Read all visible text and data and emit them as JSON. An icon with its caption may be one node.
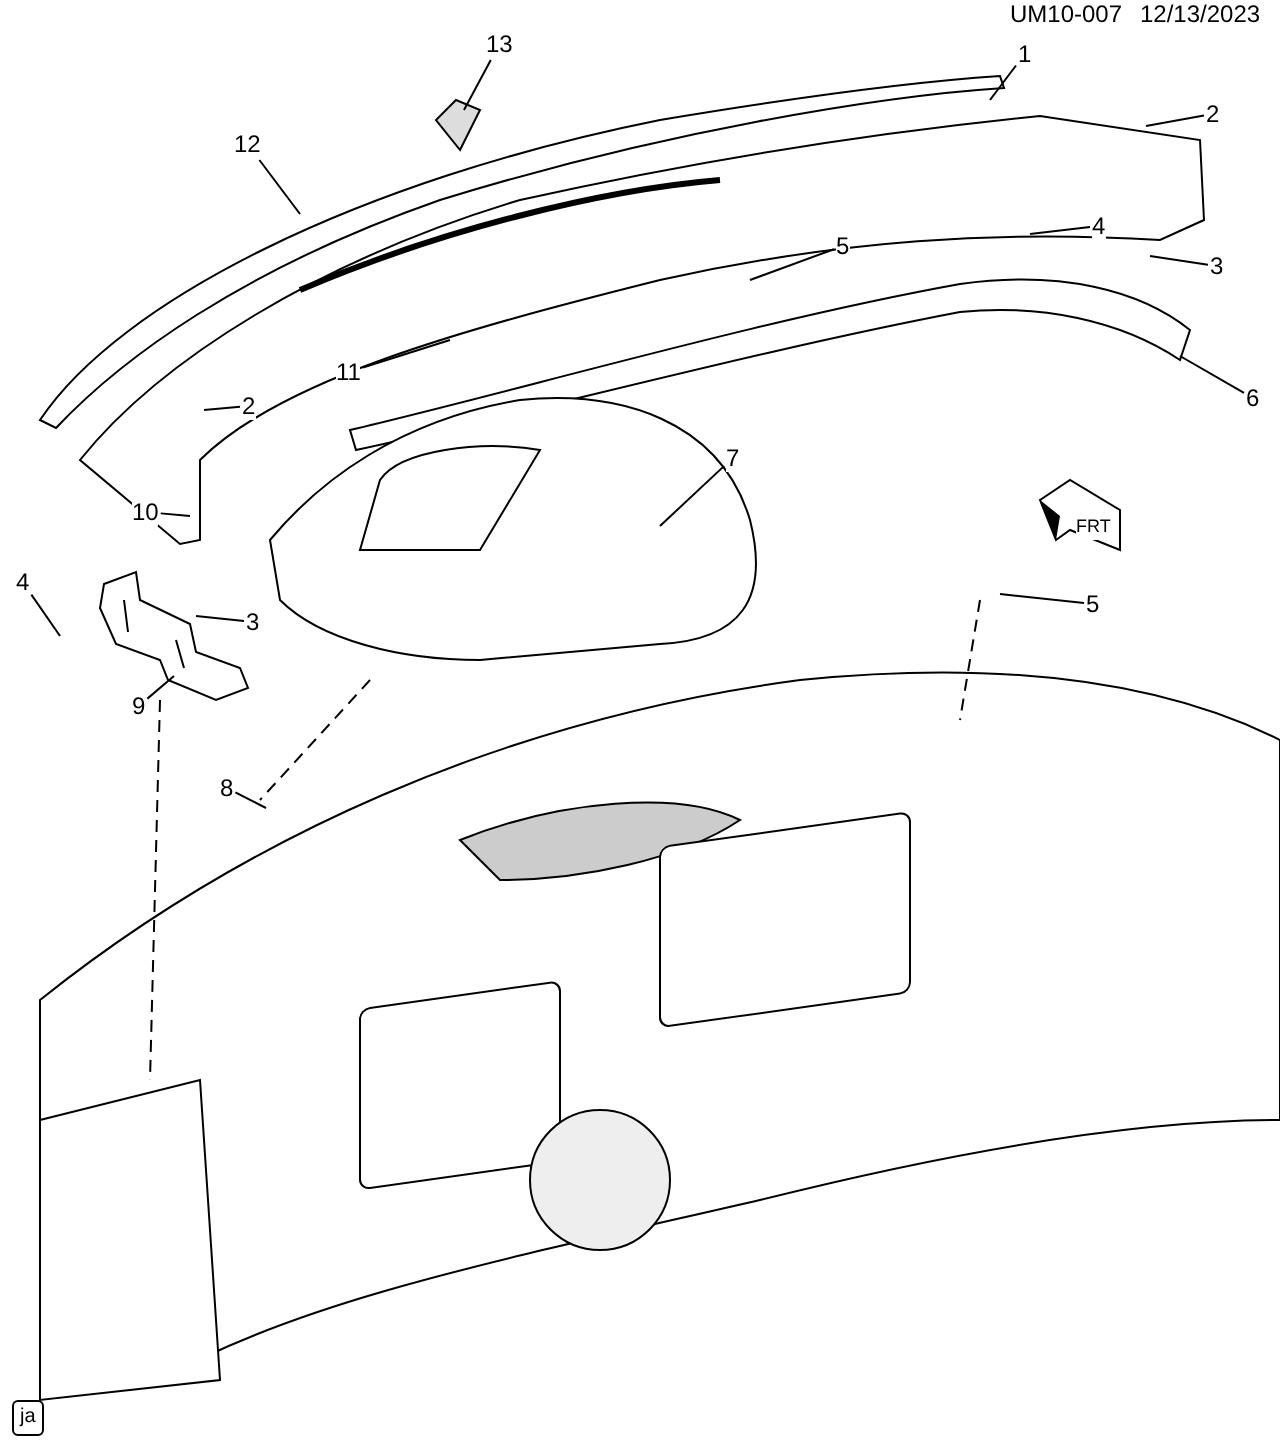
{
  "diagram": {
    "nodes": [
      {
        "text": [
          "13"
        ]
      },
      {
        "text": [
          "1"
        ]
      },
      {
        "text": [
          "2"
        ]
      },
      {
        "text": [
          "12"
        ]
      },
      {
        "text": [
          "4"
        ]
      },
      {
        "text": [
          "5"
        ]
      },
      {
        "text": [
          "3"
        ]
      },
      {
        "text": [
          "11"
        ]
      },
      {
        "text": [
          "6"
        ]
      },
      {
        "text": [
          "2"
        ]
      },
      {
        "text": [
          "7"
        ]
      },
      {
        "text": [
          "10"
        ]
      },
      {
        "text": [
          "4"
        ]
      },
      {
        "text": [
          "3"
        ]
      },
      {
        "text": [
          "5"
        ]
      },
      {
        "text": [
          "9"
        ]
      },
      {
        "text": [
          "8"
        ]
      }
    ],
    "edges": [
      {
        "from": 0,
        "to": null,
        "arrow": "none"
      },
      {
        "from": 1,
        "to": null,
        "arrow": "none"
      },
      {
        "from": 2,
        "to": null,
        "arrow": "none"
      },
      {
        "from": 3,
        "to": null,
        "arrow": "none"
      },
      {
        "from": 4,
        "to": null,
        "arrow": "none"
      },
      {
        "from": 5,
        "to": null,
        "arrow": "none"
      },
      {
        "from": 6,
        "to": null,
        "arrow": "none"
      },
      {
        "from": 7,
        "to": null,
        "arrow": "none"
      },
      {
        "from": 8,
        "to": null,
        "arrow": "none"
      },
      {
        "from": 9,
        "to": null,
        "arrow": "none"
      },
      {
        "from": 10,
        "to": null,
        "arrow": "none"
      },
      {
        "from": 11,
        "to": null,
        "arrow": "none"
      },
      {
        "from": 12,
        "to": null,
        "arrow": "none"
      },
      {
        "from": 13,
        "to": null,
        "arrow": "none"
      },
      {
        "from": 14,
        "to": null,
        "arrow": "none"
      },
      {
        "from": 15,
        "to": null,
        "arrow": "none"
      },
      {
        "from": 16,
        "to": null,
        "arrow": "none"
      }
    ],
    "labels": [
      "UM10-007",
      "12/13/2023",
      "FRT",
      "ja"
    ]
  }
}
